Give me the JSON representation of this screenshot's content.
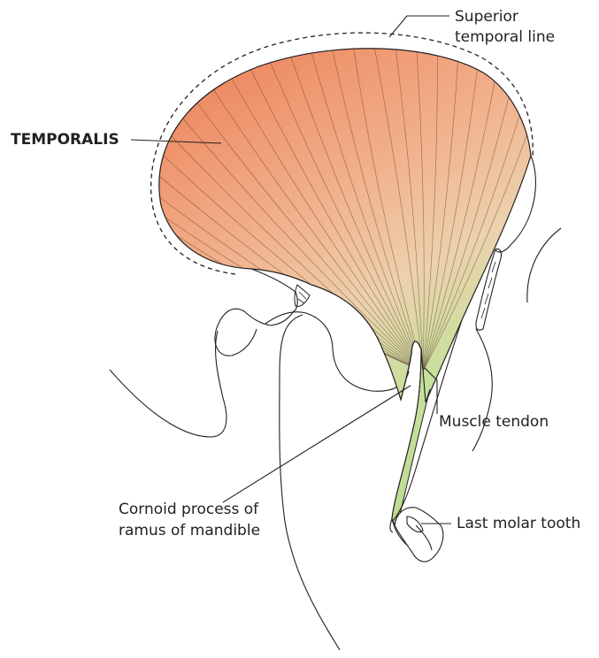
{
  "labels": {
    "superior_temporal_line_1": "Superior",
    "superior_temporal_line_2": "temporal line",
    "temporalis": "TEMPORALIS",
    "muscle_tendon": "Muscle tendon",
    "coronoid_1": "Cornoid process of",
    "coronoid_2": "ramus of mandible",
    "last_molar": "Last molar tooth"
  },
  "colors": {
    "muscle_top": "#ee8a62",
    "muscle_mid": "#f0c9a5",
    "tendon": "#c3e19b",
    "outline": "#231f20",
    "text": "#231f20"
  }
}
